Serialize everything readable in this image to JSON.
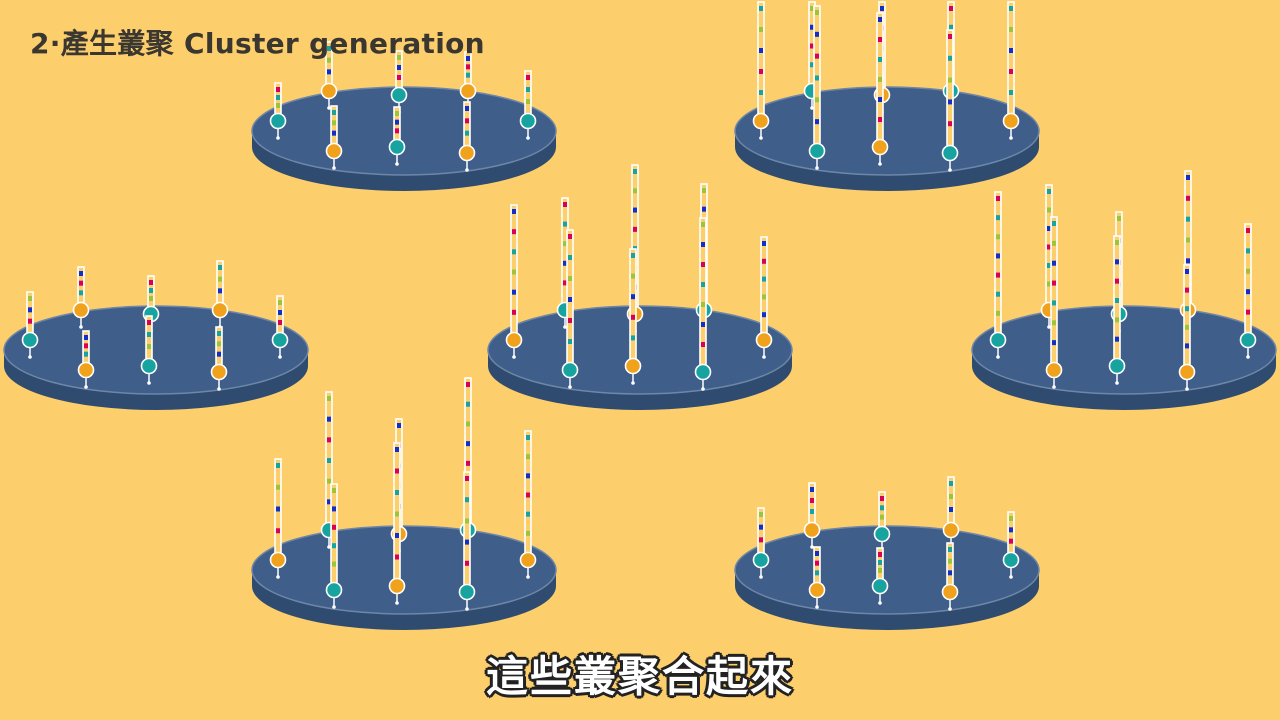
{
  "heading": {
    "step": "2",
    "separator": "·",
    "title_zh": "產生叢聚",
    "title_en": "Cluster generation"
  },
  "subtitle": "這些叢聚合起來",
  "colors": {
    "background": "#FDCE6C",
    "disc_top": "#3F5F8A",
    "disc_rim": "#2F4B70",
    "disc_edge": "#6E86A8",
    "teal_bead": "#17A3A0",
    "orange_bead": "#F0A21C",
    "strand_fill": "#FDCE6C",
    "strand_outline": "#FFFFFF",
    "segment_colors": [
      "#D9005B",
      "#1230C8",
      "#9CC63A",
      "#17A3A0"
    ]
  },
  "icons": [
    "flow-cell-disc",
    "dna-strand",
    "teal-bead",
    "orange-bead"
  ],
  "stages": [
    {
      "id": "stage-1",
      "strand_length": "short"
    },
    {
      "id": "stage-2",
      "strand_length": "long"
    },
    {
      "id": "stage-3",
      "strand_length": "short"
    },
    {
      "id": "stage-4",
      "strand_length": "long"
    },
    {
      "id": "stage-5",
      "strand_length": "long"
    },
    {
      "id": "stage-6",
      "strand_length": "long"
    },
    {
      "id": "stage-7",
      "strand_length": "short"
    }
  ]
}
